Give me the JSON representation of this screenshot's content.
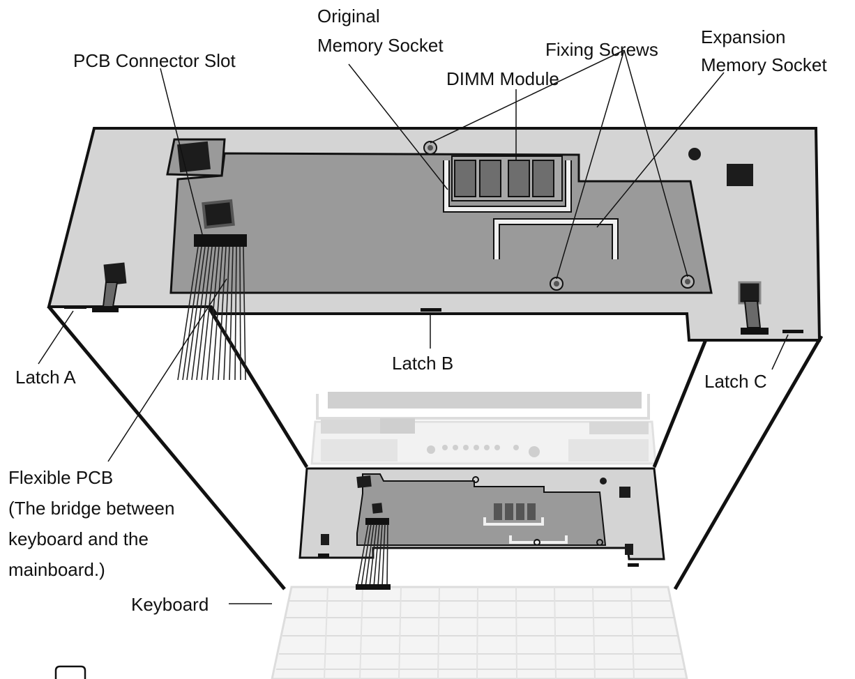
{
  "labels": {
    "pcb_connector_slot": "PCB Connector Slot",
    "original_line1": "Original",
    "original_line2": "Memory Socket",
    "dimm_module": "DIMM Module",
    "fixing_screws": "Fixing Screws",
    "expansion_line1": "Expansion",
    "expansion_line2": "Memory Socket",
    "latch_a": "Latch A",
    "latch_b": "Latch B",
    "latch_c": "Latch C",
    "flexible_pcb_line1": "Flexible PCB",
    "flexible_pcb_line2": "(The bridge between",
    "flexible_pcb_line3": "keyboard and the",
    "flexible_pcb_line4": "mainboard.)",
    "keyboard": "Keyboard"
  },
  "colors": {
    "panel": "#d4d4d4",
    "board": "#9a9a9a",
    "outline": "#111111",
    "chip": "#1c1c1c",
    "dimm_chip": "#6e6e6e",
    "socket": "#e6e6e6",
    "faded": "#dcdcdc"
  }
}
